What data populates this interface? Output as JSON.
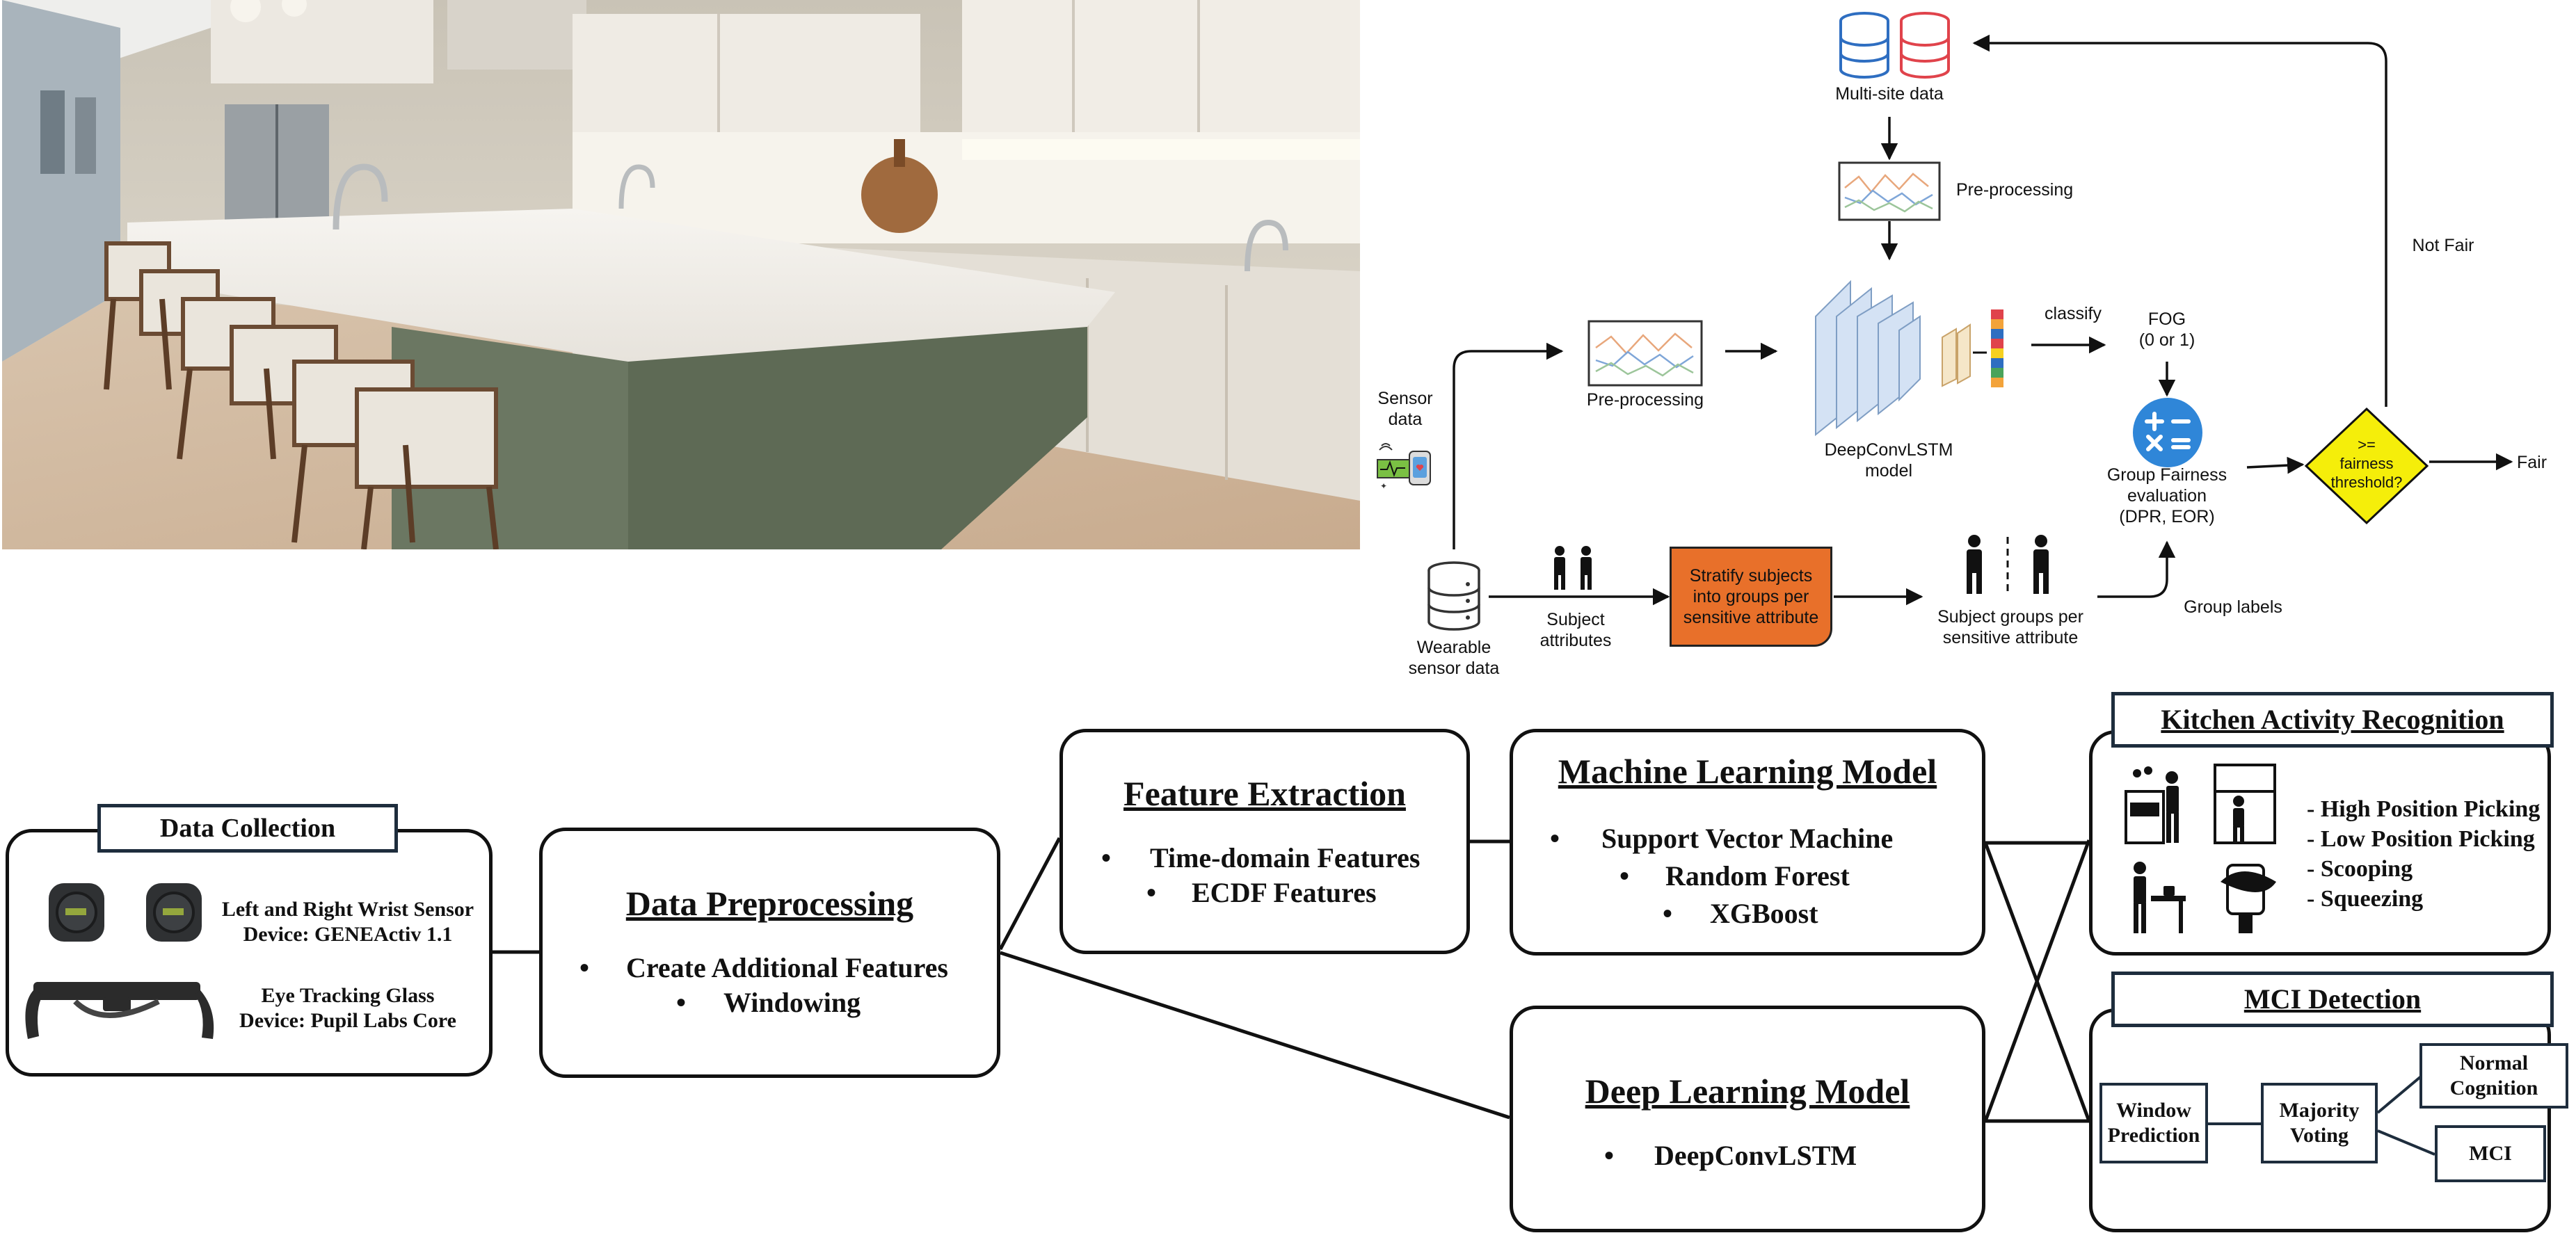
{
  "fairness_diagram": {
    "multi_site_label": "Multi-site data",
    "preproc_top_label": "Pre-processing",
    "not_fair_label": "Not Fair",
    "classify_label": "classify",
    "fog_label_line1": "FOG",
    "fog_label_line2": "(0 or 1)",
    "sensor_label_line1": "Sensor",
    "sensor_label_line2": "data",
    "preproc_left_label": "Pre-processing",
    "model_label_line1": "DeepConvLSTM",
    "model_label_line2": "model",
    "group_eval_line1": "Group Fairness",
    "group_eval_line2": "evaluation",
    "group_eval_line3": "(DPR, EOR)",
    "threshold_line1": ">=",
    "threshold_line2": "fairness",
    "threshold_line3": "threshold?",
    "fair_label": "Fair",
    "wearable_line1": "Wearable",
    "wearable_line2": "sensor data",
    "subject_attr_line1": "Subject",
    "subject_attr_line2": "attributes",
    "stratify_line1": "Stratify subjects",
    "stratify_line2": "into groups per",
    "stratify_line3": "sensitive attribute",
    "subject_groups_line1": "Subject groups per",
    "subject_groups_line2": "sensitive attribute",
    "group_labels_label": "Group labels",
    "colors": {
      "stratify_fill": "#e8702a",
      "diamond_fill": "#f5ee0a",
      "calc_fill": "#2f86d8",
      "db_blue": "#2e6ec1",
      "db_red": "#e0434b"
    }
  },
  "pipeline": {
    "data_collection": {
      "title": "Data Collection",
      "wrist_line1": "Left and Right Wrist Sensor",
      "wrist_line2": "Device: GENEActiv 1.1",
      "eye_line1": "Eye Tracking Glass",
      "eye_line2": "Device: Pupil Labs Core"
    },
    "preprocessing": {
      "title": "Data Preprocessing",
      "items": [
        "Create Additional Features",
        "Windowing"
      ]
    },
    "feature_extraction": {
      "title": "Feature Extraction",
      "items": [
        "Time-domain Features",
        "ECDF Features"
      ]
    },
    "ml_model": {
      "title": "Machine Learning Model",
      "items": [
        "Support Vector Machine",
        "Random Forest",
        "XGBoost"
      ]
    },
    "dl_model": {
      "title": "Deep Learning Model",
      "items": [
        "DeepConvLSTM"
      ]
    },
    "kitchen": {
      "title": "Kitchen Activity Recognition",
      "items": [
        "- High Position Picking",
        "- Low Position Picking",
        "- Scooping",
        "- Squeezing"
      ]
    },
    "mci": {
      "title": "MCI Detection",
      "window_line1": "Window",
      "window_line2": "Prediction",
      "majority_line1": "Majority",
      "majority_line2": "Voting",
      "normal_line1": "Normal",
      "normal_line2": "Cognition",
      "mci_label": "MCI"
    },
    "bullet": "•"
  }
}
